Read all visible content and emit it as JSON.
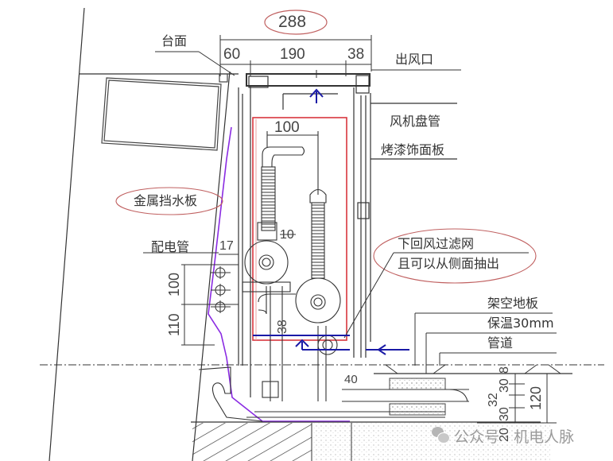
{
  "drawing": {
    "title_dimension": "288",
    "top_dimensions": [
      "60",
      "190",
      "38"
    ],
    "labels": {
      "countertop": "台面",
      "air_outlet": "出风口",
      "fan_coil": "风机盘管",
      "painted_panel": "烤漆饰面板",
      "metal_splash_plate": "金属挡水板",
      "conduit": "配电管",
      "filter_line1": "下回风过滤网",
      "filter_line2": "且可以从侧面抽出",
      "raised_floor": "架空地板",
      "insulation": "保温30mm",
      "pipe": "管道"
    },
    "inner_dimensions": {
      "pipe_spacing": "100",
      "d17": "17",
      "d10": "10",
      "d38": "38",
      "d40": "40"
    },
    "left_dimensions": [
      "100",
      "110"
    ],
    "right_dimensions": {
      "stack": [
        "8",
        "30",
        "32",
        "30",
        "20"
      ],
      "total": "120"
    },
    "colors": {
      "line": "#222222",
      "red_box": "#d9363e",
      "purple_plate": "#8a2be2",
      "airflow_arrow": "#1a1aa6",
      "ellipse": "#c06060"
    }
  },
  "watermark": {
    "icon": "wechat-icon",
    "text": "公众号 · 机电人脉"
  }
}
